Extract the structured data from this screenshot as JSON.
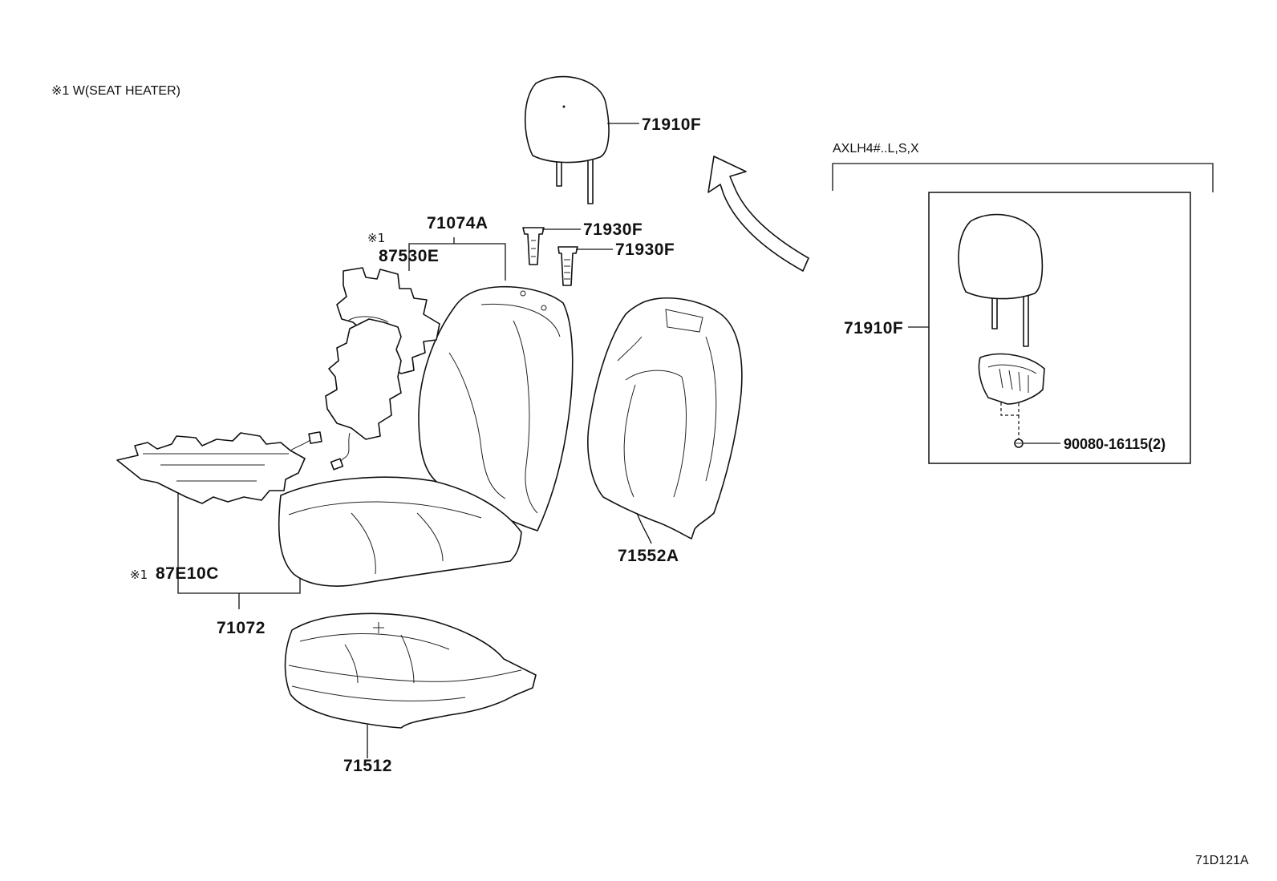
{
  "notes": {
    "heater_note": "※1 W(SEAT HEATER)",
    "variant_note": "AXLH4#..L,S,X",
    "diagram_code": "71D121A",
    "mark_1": "※1",
    "mark_2": "※1"
  },
  "callouts": {
    "headrest_main": "71910F",
    "headrest_inset": "71910F",
    "guide_1": "71930F",
    "guide_2": "71930F",
    "back_cover": "71074A",
    "back_heater": "87530E",
    "cushion_heater": "87E10C",
    "cushion_assy": "71072",
    "cushion_pad": "71512",
    "back_pad": "71552A",
    "screw": "90080-16115(2)"
  }
}
